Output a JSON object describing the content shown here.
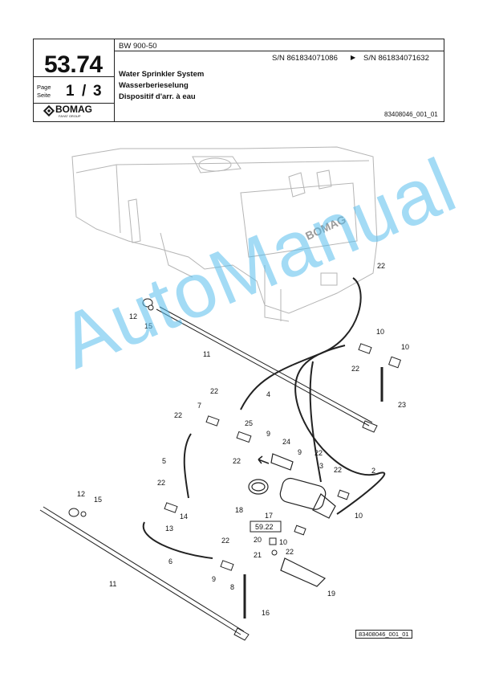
{
  "header": {
    "page_code": "53.74",
    "model": "BW 900-50",
    "serial_range": {
      "from": "S/N 861834071086",
      "arrow": "▶",
      "to": "S/N 861834071632"
    },
    "page_label_1": "Page",
    "page_label_2": "Seite",
    "page_number": "1",
    "page_separator": "/",
    "page_total": "3",
    "titles": [
      "Water Sprinkler System",
      "Wasserberieselung",
      "Dispositif d'arr. à eau"
    ],
    "document_id": "83408046_001_01",
    "logo": {
      "brand": "BOMAG",
      "tagline": "FAYAT GROUP",
      "color": "#1a1a1a"
    }
  },
  "drawing": {
    "box_label": "59.22",
    "machine_logo": "BOMAG",
    "callouts": [
      "22",
      "12",
      "15",
      "11",
      "10",
      "10",
      "22",
      "23",
      "4",
      "22",
      "7",
      "22",
      "25",
      "9",
      "24",
      "9",
      "22",
      "3",
      "22",
      "5",
      "2",
      "22",
      "18",
      "17",
      "10",
      "12",
      "15",
      "22",
      "14",
      "13",
      "20",
      "10",
      "22",
      "21",
      "6",
      "22",
      "9",
      "8",
      "19",
      "11",
      "16"
    ]
  },
  "watermark": {
    "text": "AutoManual",
    "color": "#58beec"
  },
  "footer": {
    "drawing_id": "83408046_001_01"
  }
}
